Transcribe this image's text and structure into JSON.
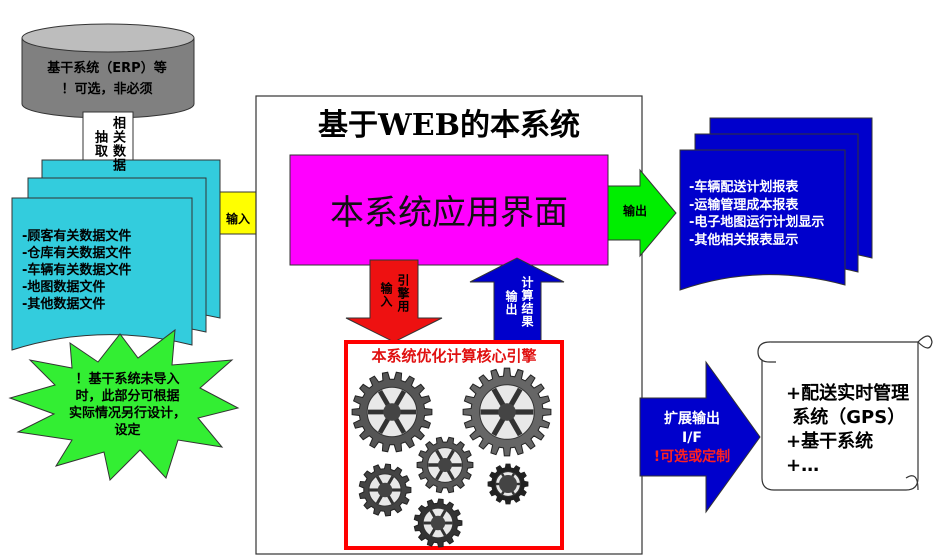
{
  "title": "基于WEB的本系统",
  "app_interface": "本系统应用界面",
  "database": {
    "line1": "基干系统（ERP）等",
    "line2": "！可选，非必须"
  },
  "extract_arrow": {
    "col1": "抽取",
    "col2": "相关数据"
  },
  "data_files": [
    "-顾客有关数据文件",
    "-仓库有关数据文件",
    "-车辆有关数据文件",
    "-地图数据文件",
    "-其他数据文件"
  ],
  "star_note": [
    "！基干系统未导入",
    "时，此部分可根据",
    "实际情况另行设计，",
    "设定"
  ],
  "input_label": "输入",
  "output_label": "输出",
  "reports": [
    "-车辆配送计划报表",
    "-运输管理成本报表",
    "-电子地图运行计划显示",
    "-其他相关报表显示"
  ],
  "down_arrow": {
    "col1": "输入",
    "col2": "引擎用"
  },
  "up_arrow": {
    "col1": "输出",
    "col2": "计算结果"
  },
  "core_engine": "本系统优化计算核心引擎",
  "extension": {
    "line1": "扩展输出",
    "line2": "I/F",
    "line3": "!可选或定制"
  },
  "scroll_items": [
    "+配送实时管理",
    " 系统（GPS）",
    "+基干系统",
    "+…"
  ],
  "colors": {
    "database": "#808080",
    "data_files": "#33ccdd",
    "star": "#33ee33",
    "input_arrow": "#ffff00",
    "app_box": "#ff00ff",
    "output_arrow": "#00ee00",
    "reports": "#0000cc",
    "down_arrow": "#ee1111",
    "up_arrow": "#0000cc",
    "engine_border": "#ff0000",
    "ext_arrow": "#0000cc"
  }
}
